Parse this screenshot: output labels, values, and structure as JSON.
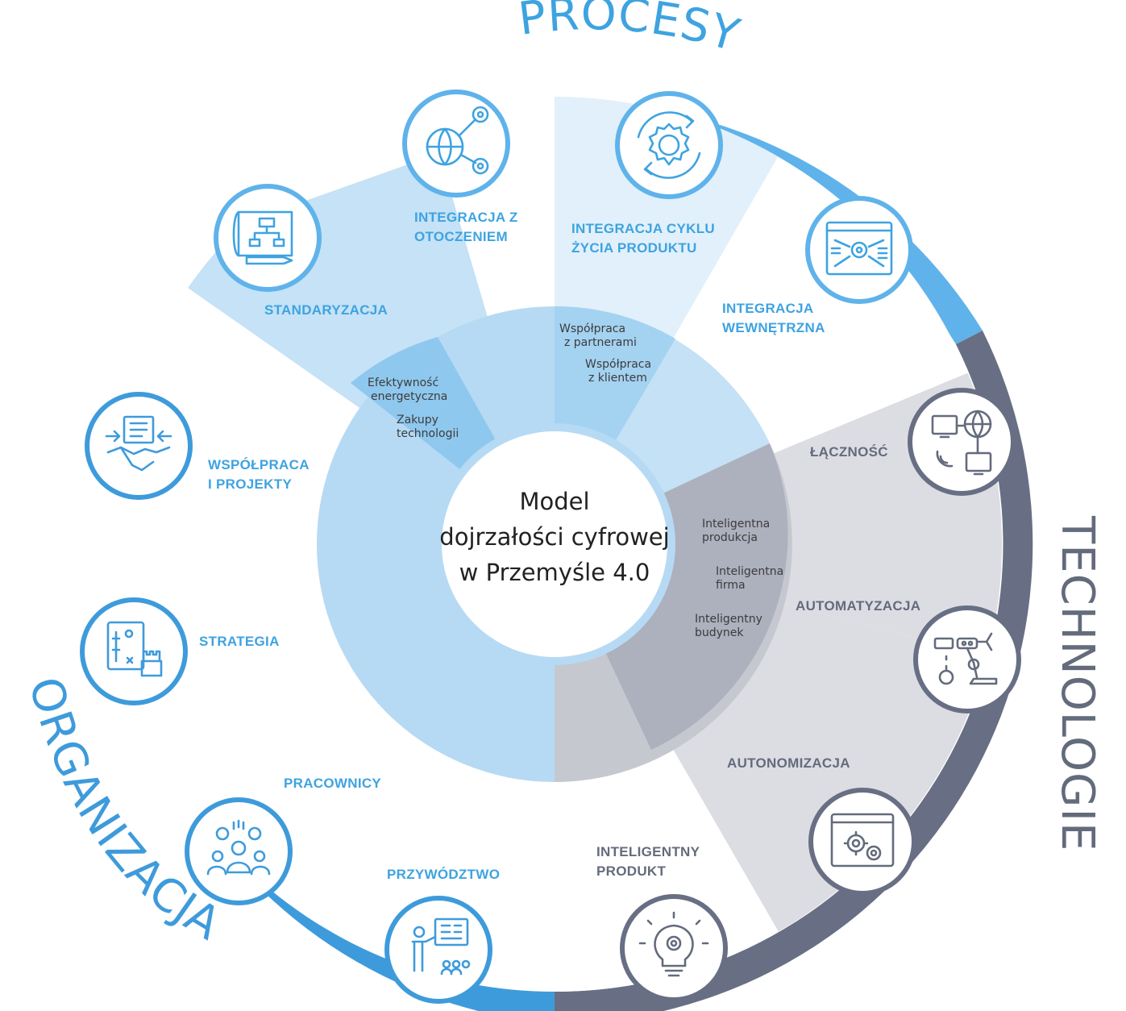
{
  "ring_titles": {
    "procesy": "PROCESY",
    "technologie": "TECHNOLOGIE",
    "organizacja": "ORGANIZACJA"
  },
  "center": {
    "line1": "Model",
    "line2": "dojrzałości cyfrowej",
    "line3": "w Przemyśle 4.0"
  },
  "dimensions": [
    {
      "id": "integracja-z-otoczeniem",
      "line1": "INTEGRACJA Z",
      "line2": "OTOCZENIEM",
      "icon": "network-globe-icon",
      "group": "procesy"
    },
    {
      "id": "integracja-cyklu",
      "line1": "INTEGRACJA CYKLU",
      "line2": "ŻYCIA PRODUKTU",
      "icon": "gear-cycle-icon",
      "group": "procesy"
    },
    {
      "id": "integracja-wewnetrzna",
      "line1": "INTEGRACJA",
      "line2": "WEWNĘTRZNA",
      "icon": "dashboard-gear-icon",
      "group": "procesy"
    },
    {
      "id": "lacznosc",
      "line1": "ŁĄCZNOŚĆ",
      "line2": "",
      "icon": "connectivity-icon",
      "group": "technologie"
    },
    {
      "id": "automatyzacja",
      "line1": "AUTOMATYZACJA",
      "line2": "",
      "icon": "robot-arm-icon",
      "group": "technologie"
    },
    {
      "id": "autonomizacja",
      "line1": "AUTONOMIZACJA",
      "line2": "",
      "icon": "browser-gears-icon",
      "group": "technologie"
    },
    {
      "id": "inteligentny-produkt",
      "line1": "INTELIGENTNY",
      "line2": "PRODUKT",
      "icon": "lightbulb-gear-icon",
      "group": "technologie"
    },
    {
      "id": "przywodztwo",
      "line1": "PRZYWÓDZTWO",
      "line2": "",
      "icon": "presenter-icon",
      "group": "organizacja"
    },
    {
      "id": "pracownicy",
      "line1": "PRACOWNICY",
      "line2": "",
      "icon": "team-icon",
      "group": "organizacja"
    },
    {
      "id": "strategia",
      "line1": "STRATEGIA",
      "line2": "",
      "icon": "chess-strategy-icon",
      "group": "organizacja"
    },
    {
      "id": "wspolpraca",
      "line1": "WSPÓŁPRACA",
      "line2": "I PROJEKTY",
      "icon": "handshake-icon",
      "group": "organizacja"
    },
    {
      "id": "standaryzacja",
      "line1": "STANDARYZACJA",
      "line2": "",
      "icon": "blueprint-icon",
      "group": "procesy"
    }
  ],
  "inner_labels": {
    "wspolpraca_partnerami": [
      "Współpraca",
      "z partnerami"
    ],
    "wspolpraca_klientem": [
      "Współpraca",
      "z klientem"
    ],
    "efektywnosc": [
      "Efektywność",
      "energetyczna"
    ],
    "zakupy": [
      "Zakupy",
      "technologii"
    ],
    "inteligentna_produkcja": [
      "Inteligentna",
      "produkcja"
    ],
    "inteligentna_firma": [
      "Inteligentna",
      "firma"
    ],
    "inteligentny_budynek": [
      "Inteligentny",
      "budynek"
    ]
  },
  "colors": {
    "procesy": "#5fb3ea",
    "organizacja": "#3e9bdb",
    "technologie": "#686f84",
    "pale_blue": "#b6daf3",
    "mid_blue": "#8fc8ee",
    "pale_gray": "#dcdde3",
    "mid_gray": "#adb0bd"
  }
}
